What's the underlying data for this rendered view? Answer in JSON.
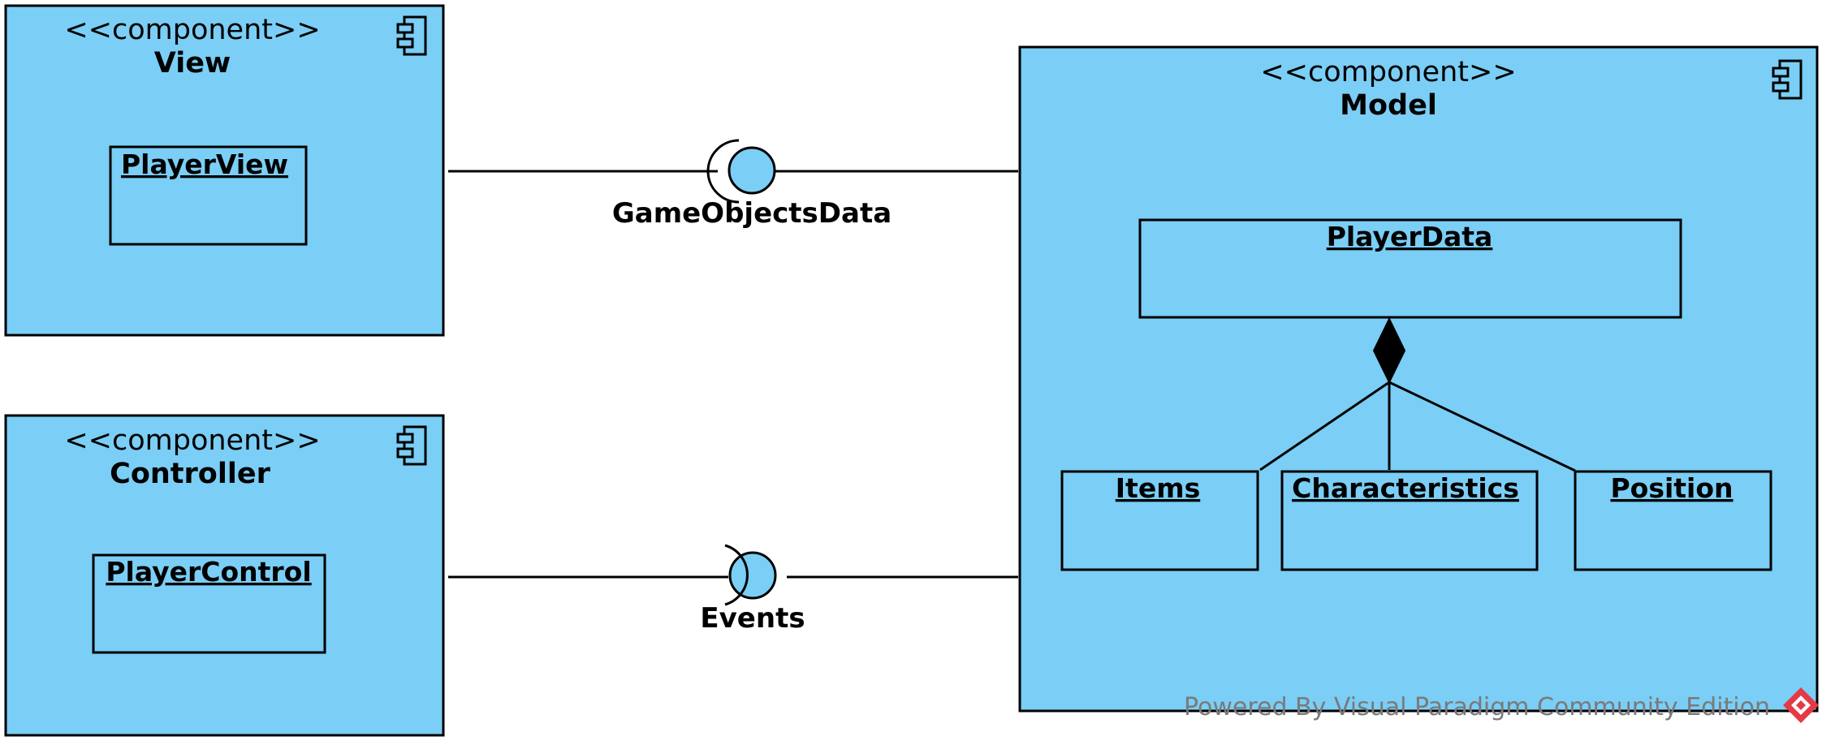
{
  "components": {
    "view": {
      "stereotype": "<<component>>",
      "name": "View",
      "part": "PlayerView",
      "icon": "component-icon"
    },
    "controller": {
      "stereotype": "<<component>>",
      "name": "Controller",
      "part": "PlayerControl",
      "icon": "component-icon"
    },
    "model": {
      "stereotype": "<<component>>",
      "name": "Model",
      "icon": "component-icon",
      "whole": "PlayerData",
      "parts": [
        "Items",
        "Characteristics",
        "Position"
      ]
    }
  },
  "interfaces": {
    "top": {
      "name": "GameObjectsData",
      "kind": "required-and-provided"
    },
    "bottom": {
      "name": "Events",
      "kind": "provided-and-required"
    }
  },
  "relationship": {
    "type": "composition"
  },
  "watermark": {
    "text": "Powered By Visual Paradigm Community Edition",
    "icon": "visual-paradigm-logo-icon"
  },
  "colors": {
    "component_fill": "#7bcef5",
    "border": "#000000",
    "watermark": "#7a7a7a",
    "logo": "#e63946"
  }
}
